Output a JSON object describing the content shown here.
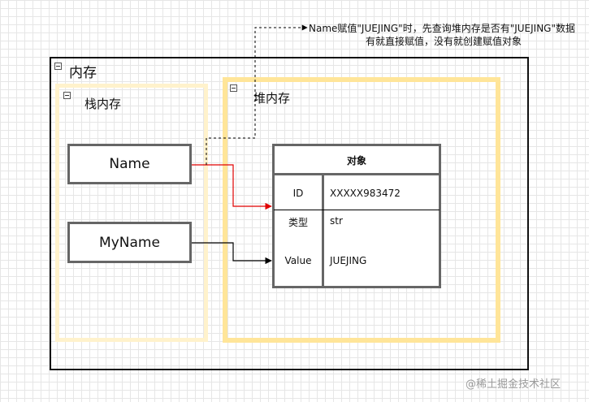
{
  "memory": {
    "label": "内存"
  },
  "stack": {
    "label": "栈内存",
    "vars": [
      "Name",
      "MyName"
    ]
  },
  "heap": {
    "label": "堆内存"
  },
  "object": {
    "title": "对象",
    "rows": [
      {
        "key": "ID",
        "value": "XXXXX983472"
      },
      {
        "key": "类型",
        "value": "str"
      },
      {
        "key": "Value",
        "value": "JUEJING"
      }
    ]
  },
  "note": {
    "line1": "Name赋值\"JUEJING\"时，先查询堆内存是否有\"JUEJING\"数据",
    "line2": "有就直接赋值，没有就创建赋值对象"
  },
  "watermark": "@稀土掘金技术社区",
  "colors": {
    "stack_border": "#fff2cc",
    "heap_border": "#ffe599",
    "box_border": "#666666",
    "arrow_red": "#e00000"
  }
}
